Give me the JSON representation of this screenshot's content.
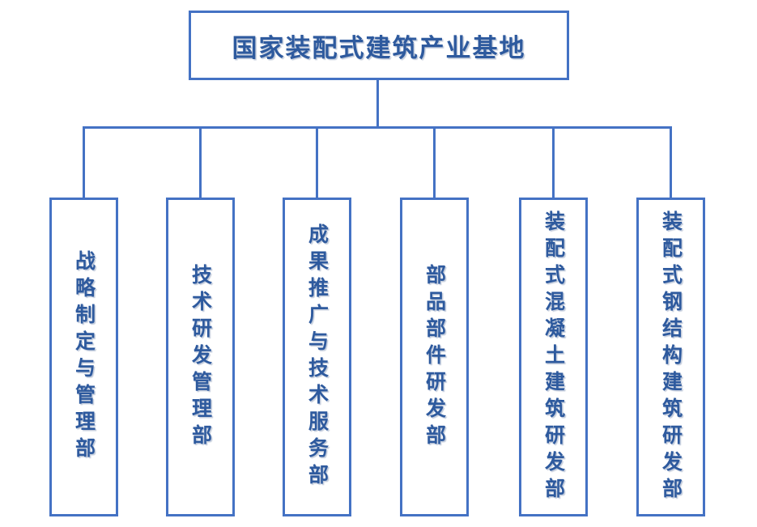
{
  "org_chart": {
    "root": {
      "label": "国家装配式建筑产业基地"
    },
    "departments": [
      {
        "label": "战略制定与管理部"
      },
      {
        "label": "技术研发管理部"
      },
      {
        "label": "成果推广与技术服务部"
      },
      {
        "label": "部品部件研发部"
      },
      {
        "label": "装配式混凝土建筑研发部"
      },
      {
        "label": "装配式钢结构建筑研发部"
      }
    ],
    "colors": {
      "border": "#4472C4",
      "text": "#2E5A9E",
      "background": "#FFFFFF"
    }
  }
}
